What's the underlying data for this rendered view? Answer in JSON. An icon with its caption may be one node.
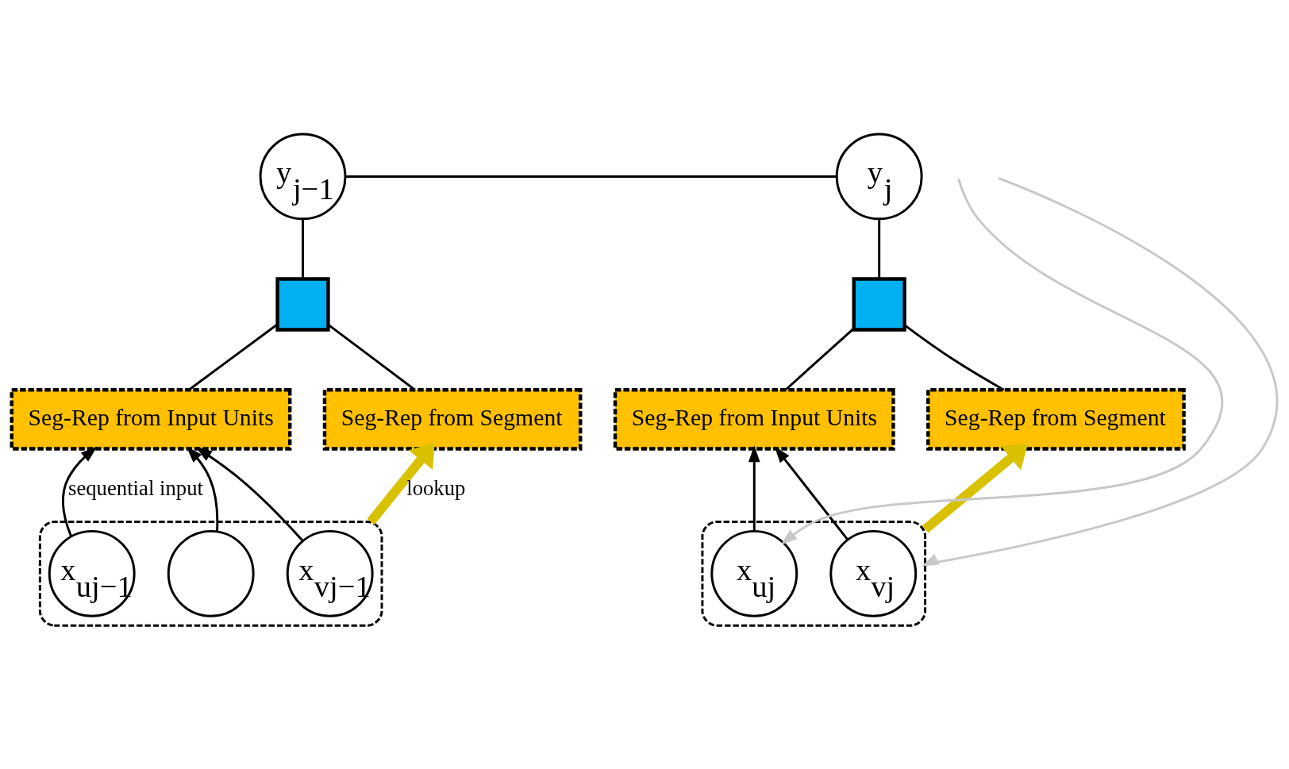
{
  "diagram": {
    "nodes": [
      {
        "text": [
          "y$_{j−1}$"
        ]
      },
      {
        "text": [
          "y$_{j}$"
        ]
      },
      {
        "text": [],
        "shape": "box"
      },
      {
        "text": [],
        "shape": "box"
      },
      {
        "text": [
          "Seg-Rep from Input Units"
        ]
      },
      {
        "text": [
          "Seg-Rep from Segment"
        ]
      },
      {
        "text": [
          "Seg-Rep from Input Units"
        ]
      },
      {
        "text": [
          "Seg-Rep from Segment"
        ]
      },
      {
        "text": [],
        "shape": "box"
      },
      {
        "text": [
          "x$_{uj−1}$"
        ],
        "in": 8
      },
      {
        "text": [],
        "shape": "circle",
        "in": 8
      },
      {
        "text": [
          "x$_{vj−1}$"
        ],
        "in": 8
      },
      {
        "text": [],
        "shape": "box"
      },
      {
        "text": [
          "x$_{uj}$"
        ],
        "in": 12
      },
      {
        "text": [
          "x$_{vj}$"
        ],
        "in": 12
      }
    ],
    "edges": [
      {
        "from": 0,
        "to": 1,
        "arrow": "none"
      },
      {
        "from": 0,
        "to": 2,
        "arrow": "none"
      },
      {
        "from": 1,
        "to": 3,
        "arrow": "none"
      },
      {
        "from": 2,
        "to": 4,
        "arrow": "none"
      },
      {
        "from": 2,
        "to": 5,
        "arrow": "none"
      },
      {
        "from": 3,
        "to": 6,
        "arrow": "none"
      },
      {
        "from": 3,
        "to": 7,
        "arrow": "none"
      },
      {
        "from": 9,
        "to": 4,
        "arrow": "to",
        "label": "sequential input"
      },
      {
        "from": 10,
        "to": 4,
        "arrow": "to"
      },
      {
        "from": 11,
        "to": 4,
        "arrow": "to"
      },
      {
        "from": 8,
        "to": 5,
        "arrow": "to",
        "label": "lookup",
        "style": "thick",
        "color": "#d8c200"
      },
      {
        "from": 13,
        "to": 6,
        "arrow": "to"
      },
      {
        "from": 14,
        "to": 6,
        "arrow": "to"
      },
      {
        "from": 12,
        "to": 7,
        "arrow": "to",
        "style": "thick",
        "color": "#d8c200"
      },
      {
        "from": null,
        "to": 13,
        "arrow": "to",
        "color": "#c8c8c8"
      },
      {
        "from": null,
        "to": 12,
        "arrow": "to",
        "color": "#c8c8c8"
      }
    ]
  }
}
